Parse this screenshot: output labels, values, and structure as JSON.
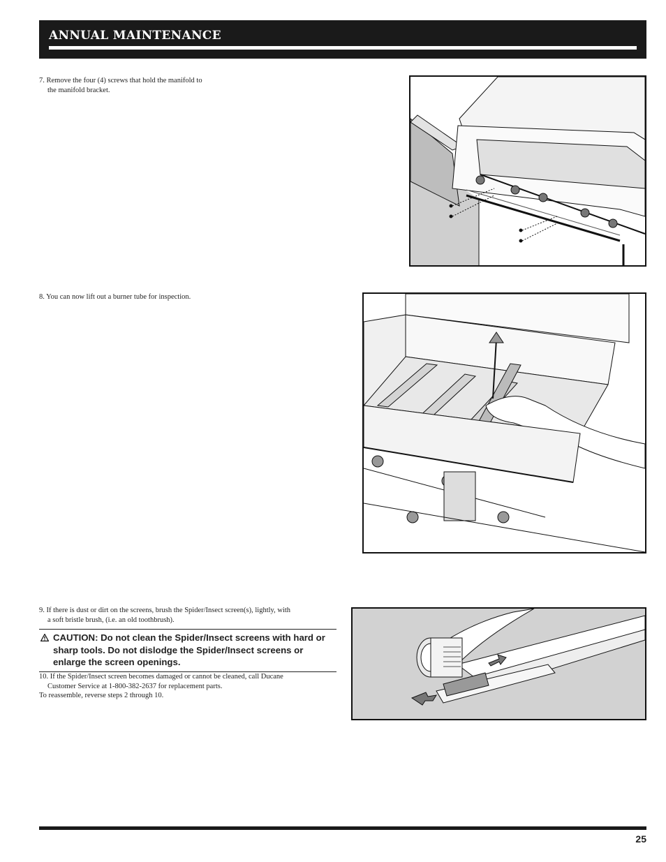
{
  "header": {
    "title": "ANNUAL MAINTENANCE"
  },
  "steps": {
    "step7_line1": "7. Remove the four (4) screws that hold the manifold to",
    "step7_line2": "the manifold bracket.",
    "step8": "8. You can now lift out a burner tube for inspection.",
    "step9_line1": "9. If there is dust or dirt on the screens, brush the Spider/Insect screen(s), lightly, with",
    "step9_line2": "a soft bristle brush, (i.e. an old toothbrush).",
    "caution": "CAUTION: Do not clean the Spider/Insect screens with hard or sharp tools. Do not dislodge the Spider/Insect screens or enlarge the screen openings.",
    "step10_line1": "10. If the Spider/Insect screen becomes damaged or cannot be cleaned, call Ducane",
    "step10_line2": "Customer Service at 1-800-382-2637 for replacement parts.",
    "reassemble": "To reassemble, reverse steps 2 through 10."
  },
  "icons": {
    "caution": "warning-triangle-icon"
  },
  "footer": {
    "page_number": "25"
  }
}
